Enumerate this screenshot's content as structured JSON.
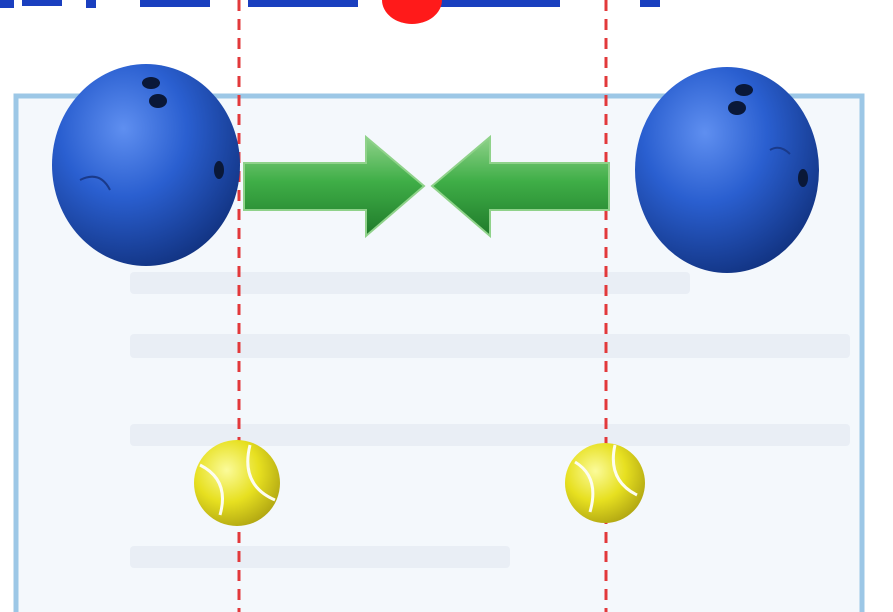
{
  "colors": {
    "page_background": "#ffffff",
    "panel_fill": "#f4f8fc",
    "panel_border": "#9cc7e6",
    "guide_line": "#e2393b",
    "arrow_fill": "#2e9a3c",
    "arrow_highlight": "#8fd28a",
    "bowling_ball": "#2a5fd0",
    "tennis_ball": "#e7e020",
    "top_text": "#1a3fbf",
    "top_marker": "#ff1a1a"
  },
  "objects": {
    "left_large_ball": "bowling-ball",
    "right_large_ball": "bowling-ball",
    "left_small_ball": "tennis-ball",
    "right_small_ball": "tennis-ball",
    "left_arrow_direction": "right",
    "right_arrow_direction": "left"
  }
}
